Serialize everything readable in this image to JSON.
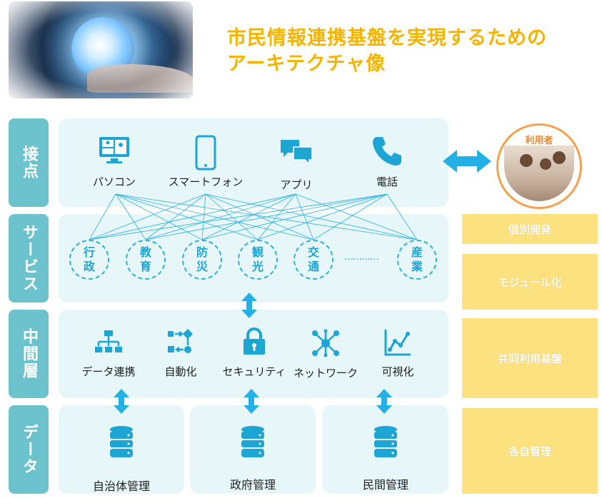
{
  "title": {
    "line1": "市民情報連携基盤を実現するための",
    "line2": "アーキテクチャ像"
  },
  "layers": {
    "touchpoint": "接点",
    "service": "サービス",
    "middle": "中間層",
    "data": "データ"
  },
  "touchpoints": [
    {
      "label": "パソコン",
      "icon": "pc-video-icon"
    },
    {
      "label": "スマートフォン",
      "icon": "smartphone-icon"
    },
    {
      "label": "アプリ",
      "icon": "chat-bubbles-icon"
    },
    {
      "label": "電話",
      "icon": "phone-icon"
    }
  ],
  "services": [
    "行政",
    "教育",
    "防災",
    "観光",
    "交通",
    "産業"
  ],
  "service_ellipsis": "…………",
  "middleware": [
    {
      "label": "データ連携",
      "icon": "org-chart-icon"
    },
    {
      "label": "自動化",
      "icon": "workflow-icon"
    },
    {
      "label": "セキュリティ",
      "icon": "lock-icon"
    },
    {
      "label": "ネットワーク",
      "icon": "network-icon"
    },
    {
      "label": "可視化",
      "icon": "line-chart-icon"
    }
  ],
  "data_stores": [
    "自治体管理",
    "政府管理",
    "民間管理"
  ],
  "user_label": "利用者",
  "side_labels": {
    "individual": "個別開発",
    "module": "モジュール化",
    "common": "共同利用基盤",
    "self": "各自管理"
  },
  "colors": {
    "tab": "#6cc3cd",
    "panel": "#e6f6f9",
    "accent": "#1da5d3",
    "title": "#f5b400",
    "side": "#fce17f"
  }
}
